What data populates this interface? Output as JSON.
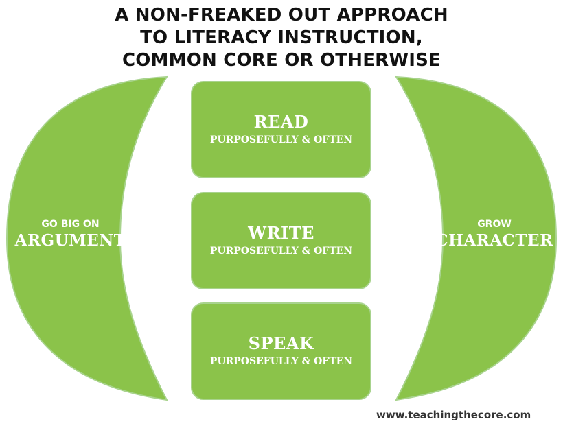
{
  "title": {
    "line1": "A NON-FREAKED OUT APPROACH",
    "line2": "TO LITERACY INSTRUCTION,",
    "line3": "COMMON CORE OR OTHERWISE"
  },
  "left_panel": {
    "small": "GO BIG ON",
    "big": "ARGUMENT"
  },
  "right_panel": {
    "small": "GROW",
    "big": "CHARACTER"
  },
  "boxes": [
    {
      "big": "READ",
      "small": "PURPOSEFULLY & OFTEN"
    },
    {
      "big": "WRITE",
      "small": "PURPOSEFULLY & OFTEN"
    },
    {
      "big": "SPEAK",
      "small": "PURPOSEFULLY & OFTEN"
    }
  ],
  "footer": "www.teachingthecore.com",
  "colors": {
    "green": "#8bc34a",
    "border": "#a8d38d",
    "text": "#ffffff",
    "title": "#111111"
  }
}
